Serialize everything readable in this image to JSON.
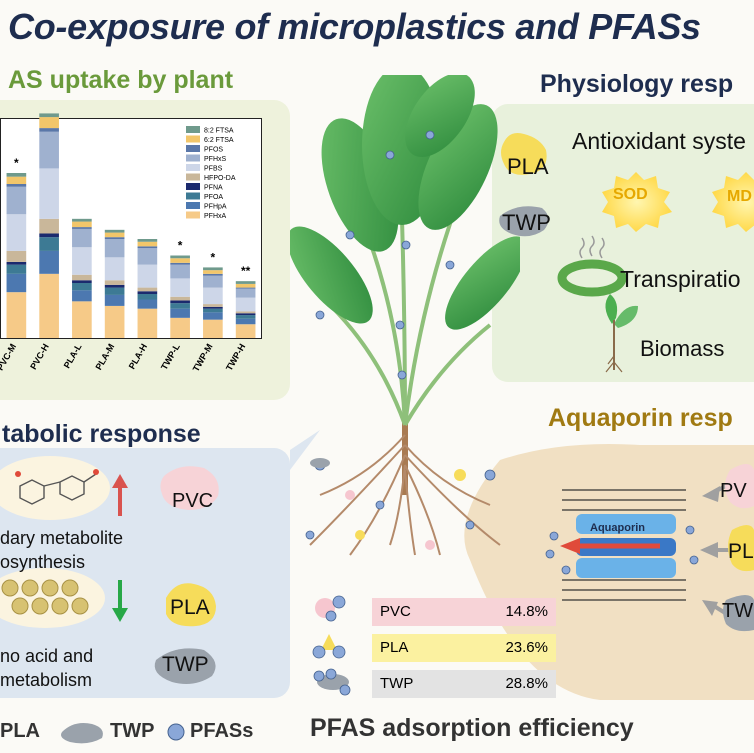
{
  "title": "Co-exposure of microplastics and PFASs",
  "uptake": {
    "heading": "AS uptake by plant"
  },
  "chart_data": {
    "type": "bar",
    "stacked": true,
    "categories": [
      "PVC-M",
      "PVC-H",
      "PLA-L",
      "PLA-M",
      "PLA-H",
      "TWP-L",
      "TWP-M",
      "TWP-H"
    ],
    "significance": [
      "*",
      "**",
      "",
      "",
      "",
      "*",
      "*",
      "**"
    ],
    "legend": [
      "8:2 FTSA",
      "6:2 FTSA",
      "PFOS",
      "PFHxS",
      "PFBS",
      "HFPO-DA",
      "PFNA",
      "PFOA",
      "PFHpA",
      "PFHxA"
    ],
    "legend_colors": [
      "#6f9a8c",
      "#f2c66a",
      "#5a77a8",
      "#9fb1cf",
      "#cdd6e8",
      "#c9b79a",
      "#1b2a6e",
      "#3d7a94",
      "#4c78b0",
      "#f6ca88"
    ],
    "series": [
      {
        "name": "8:2 FTSA",
        "values": [
          4,
          4,
          3,
          3,
          3,
          3,
          3,
          3
        ]
      },
      {
        "name": "6:2 FTSA",
        "values": [
          8,
          12,
          6,
          5,
          5,
          5,
          4,
          4
        ]
      },
      {
        "name": "PFOS",
        "values": [
          3,
          4,
          2,
          2,
          2,
          2,
          2,
          1
        ]
      },
      {
        "name": "PFHxS",
        "values": [
          30,
          40,
          20,
          20,
          18,
          15,
          13,
          10
        ]
      },
      {
        "name": "PFBS",
        "values": [
          40,
          55,
          30,
          25,
          25,
          20,
          18,
          15
        ]
      },
      {
        "name": "HFPO-DA",
        "values": [
          12,
          16,
          6,
          5,
          4,
          4,
          3,
          2
        ]
      },
      {
        "name": "PFNA",
        "values": [
          3,
          4,
          3,
          3,
          3,
          3,
          2,
          2
        ]
      },
      {
        "name": "PFOA",
        "values": [
          10,
          15,
          8,
          8,
          6,
          6,
          4,
          4
        ]
      },
      {
        "name": "PFHpA",
        "values": [
          20,
          25,
          12,
          12,
          10,
          10,
          8,
          6
        ]
      },
      {
        "name": "PFHxA",
        "values": [
          50,
          70,
          40,
          35,
          32,
          22,
          20,
          15
        ]
      }
    ],
    "ylim": [
      0,
      240
    ]
  },
  "physiology": {
    "heading": "Physiology resp",
    "antioxidant": "Antioxidant syste",
    "sod": "SOD",
    "mda": "MD",
    "transpiration": "Transpiratio",
    "biomass": "Biomass",
    "pla": "PLA",
    "twp": "TWP"
  },
  "metabolic": {
    "heading": "tabolic response",
    "line1": "dary metabolite",
    "line2": "osynthesis",
    "line3": "no acid and",
    "line4": "metabolism",
    "pvc": "PVC",
    "pla": "PLA",
    "twp": "TWP"
  },
  "aquaporin": {
    "heading": "Aquaporin resp",
    "label": "Aquaporin",
    "pvc": "PV",
    "pla": "PL",
    "twp": "TW"
  },
  "adsorption": {
    "caption": "PFAS adsorption efficiency",
    "rows": [
      {
        "label": "PVC",
        "value": "14.8%",
        "color": "#f7d3d7"
      },
      {
        "label": "PLA",
        "value": "23.6%",
        "color": "#fbf1a0"
      },
      {
        "label": "TWP",
        "value": "28.8%",
        "color": "#e3e3e3"
      }
    ]
  },
  "legend_bottom": {
    "pla": "PLA",
    "twp": "TWP",
    "pfass": "PFASs"
  },
  "colors": {
    "title": "#1e2d4f",
    "uptake_heading": "#6a9a3b",
    "physiology_heading": "#1e2d4f",
    "metabolic_heading": "#1e2d4f",
    "aquaporin_heading": "#a07a12",
    "arrow_up": "#d9534f",
    "arrow_down": "#27a847"
  }
}
